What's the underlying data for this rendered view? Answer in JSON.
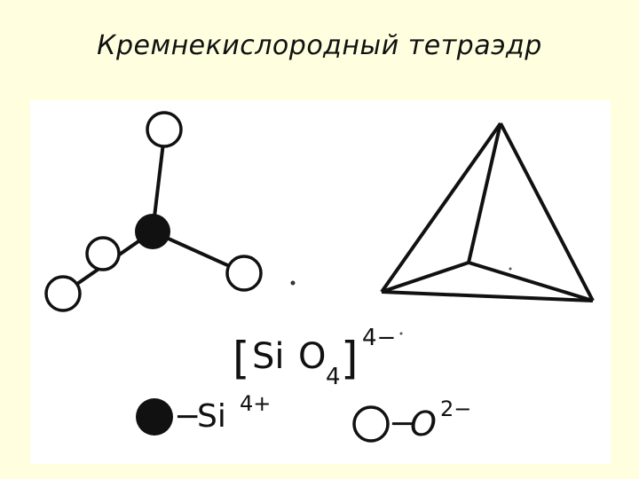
{
  "slide": {
    "title": "Кремнекислородный  тетраэдр"
  },
  "formula": {
    "bracket_open": "[",
    "element": "Si",
    "oxygen": "O",
    "subscript": "4",
    "bracket_close": "]",
    "charge": "4−"
  },
  "legend": {
    "silicon": {
      "dash": "−",
      "symbol": "Si",
      "charge": "4+"
    },
    "oxygen": {
      "dash": "−",
      "symbol": "O",
      "charge": "2−"
    }
  }
}
